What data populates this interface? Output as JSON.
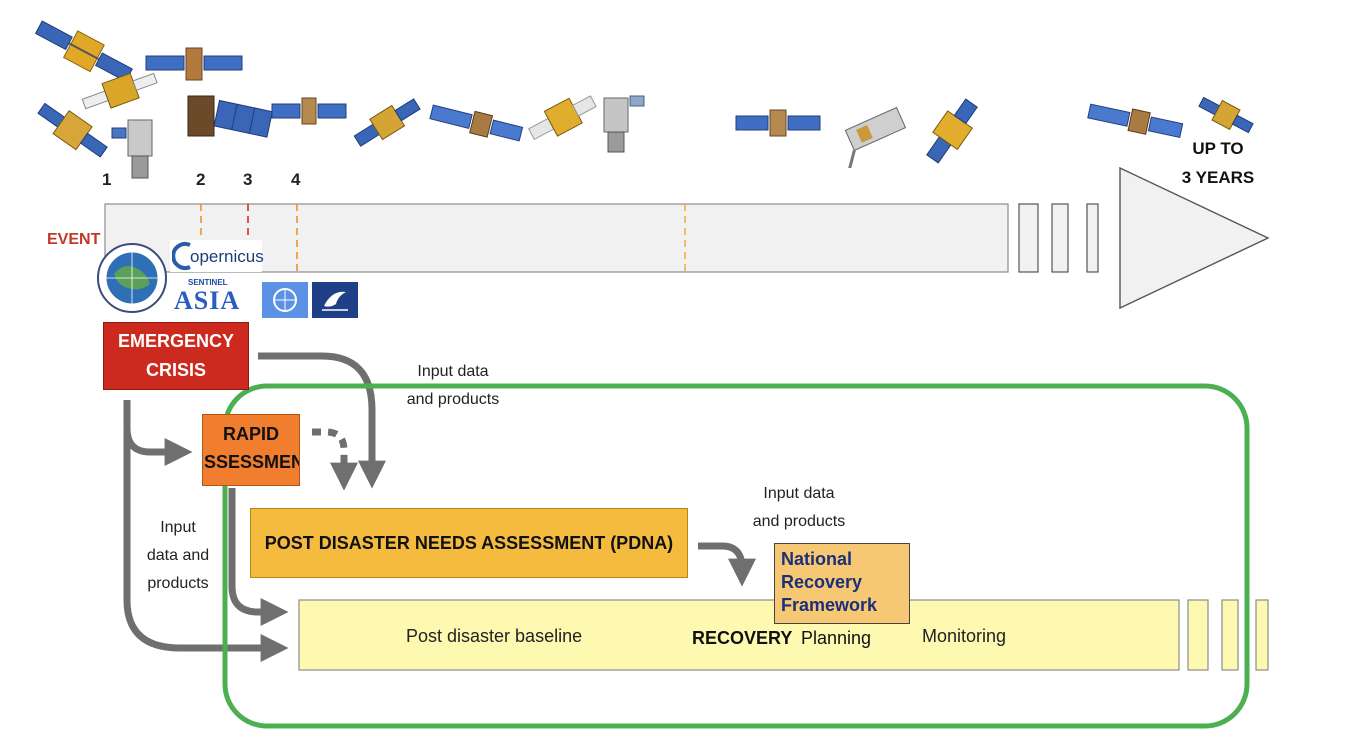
{
  "timeline": {
    "ticks": [
      "1",
      "2",
      "3",
      "4"
    ],
    "event_label": "EVENT",
    "end_label_line1": "UP TO",
    "end_label_line2": "3 YEARS"
  },
  "logos": {
    "copernicus": "opernicus",
    "sentinel": "SENTINEL",
    "asia": "ASIA"
  },
  "boxes": {
    "emergency_line1": "EMERGENCY",
    "emergency_line2": "CRISIS",
    "rapid_line1": "RAPID",
    "rapid_line2": "ASSESSMENT",
    "pdna": "POST DISASTER NEEDS ASSESSMENT (PDNA)",
    "nrf_line1": "National",
    "nrf_line2": "Recovery",
    "nrf_line3": "Framework"
  },
  "labels": {
    "input_top_line1": "Input data",
    "input_top_line2": "and products",
    "input_mid_line1": "Input data",
    "input_mid_line2": "and products",
    "input_left_line1": "Input",
    "input_left_line2": "data and",
    "input_left_line3": "products"
  },
  "recovery_bar": {
    "baseline": "Post disaster baseline",
    "recovery": "RECOVERY",
    "planning": "Planning",
    "monitoring": "Monitoring"
  },
  "colors": {
    "emergency": "#cc2a1e",
    "rapid": "#f07e2e",
    "pdna": "#f5bb3f",
    "nrf": "#f6c874",
    "recovery_bar": "#fdf9b0",
    "highlight_outline": "#4caf50",
    "event_text": "#c0392b",
    "arrow_gray": "#6f6f6f"
  }
}
